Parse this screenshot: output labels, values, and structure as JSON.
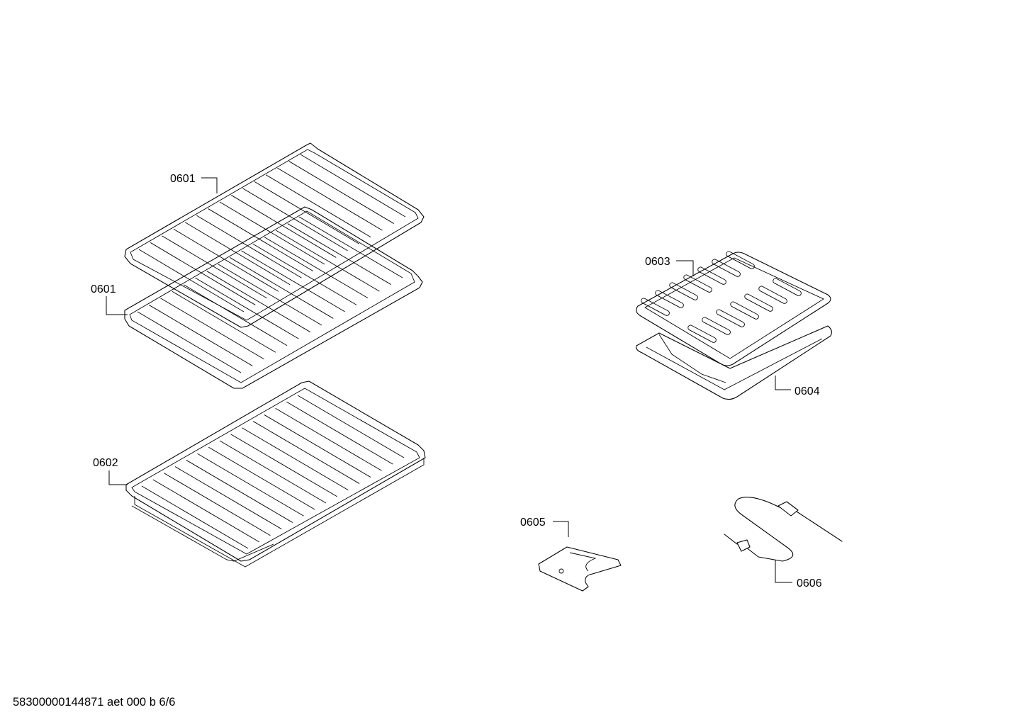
{
  "diagram": {
    "callouts": [
      {
        "id": "rack-top",
        "label": "0601"
      },
      {
        "id": "rack-middle",
        "label": "0601"
      },
      {
        "id": "rack-bottom",
        "label": "0602"
      },
      {
        "id": "broiler-grid",
        "label": "0603"
      },
      {
        "id": "broiler-pan",
        "label": "0604"
      },
      {
        "id": "bracket",
        "label": "0605"
      },
      {
        "id": "meat-probe",
        "label": "0606"
      }
    ]
  },
  "footer": {
    "text": "58300000144871 aet 000 b 6/6"
  }
}
